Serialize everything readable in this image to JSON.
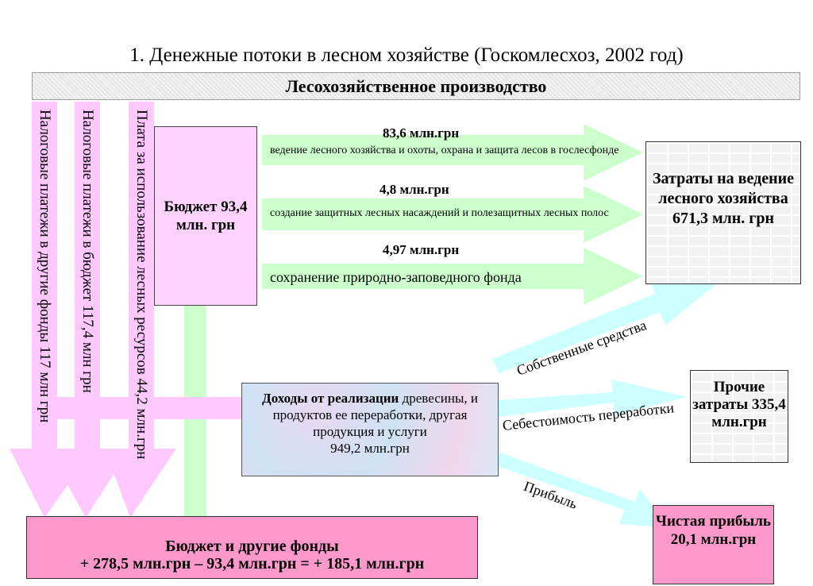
{
  "title": "1. Денежные потоки в лесном хозяйстве (Госкомлесхоз, 2002 год)",
  "header": "Лесохозяйственное производство",
  "vertical_flows": [
    "Налоговые платежи в другие фонды 117 млн грн",
    "Налоговые платежи в бюджет 117,4 млн грн",
    "Плата за использование лесных ресурсов 44,2 млн.грн"
  ],
  "budget": {
    "label": "Бюджет 93,4 млн. грн"
  },
  "budget_flows": [
    {
      "amount": "83,6 млн.грн",
      "description": "ведение лесного хозяйства и охоты, охрана и защита лесов в гослесфонде"
    },
    {
      "amount": "4,8 млн.грн",
      "description": "создание защитных лесных насаждений и полезащитных лесных полос"
    },
    {
      "amount": "4,97 млн.грн",
      "description": "сохранение природно-заповедного фонда"
    }
  ],
  "costs": {
    "label": "Затраты на ведение лесного хозяйства 671,3 млн. грн"
  },
  "income": {
    "bold": "Доходы от реализации",
    "rest": " древесины, и продуктов ее переработки, другая продукция и услуги",
    "value": "949,2 млн.грн"
  },
  "income_flows": {
    "own_funds": "Собственные средства",
    "processing_cost": "Себестоимость переработки",
    "profit": "Прибыль"
  },
  "other_costs": {
    "label": "Прочие затраты 335,4 млн.грн"
  },
  "net_profit": {
    "label": "Чистая прибыль 20,1 млн.грн"
  },
  "funds": {
    "line1": "Бюджет и другие фонды",
    "line2": "+ 278,5 млн.грн – 93,4 млн.грн = + 185,1 млн.грн"
  },
  "colors": {
    "pink_flow": "#ffc8ff",
    "green_flow": "#ccffcc",
    "cyan_flow": "#ccffff",
    "pink_box": "#ff99cc",
    "budget_box": "#ffd2ff"
  }
}
